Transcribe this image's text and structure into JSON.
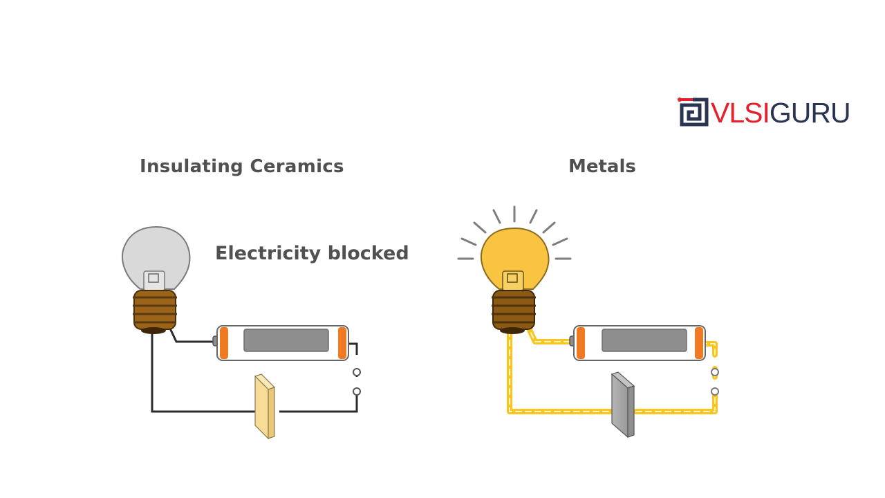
{
  "logo": {
    "brand_part1": "VLSI",
    "brand_part2": "GURU",
    "icon": "vlsiguru-chip-logo-icon",
    "colors": {
      "red": "#e3202b",
      "navy": "#2a3352"
    }
  },
  "panels": [
    {
      "title": "Insulating Ceramics",
      "annotation": "Electricity blocked",
      "bulb_state": "off",
      "bulb_color": "#d9d9d9",
      "wire_color": "#2b2b2b",
      "plate_material": "ceramic",
      "plate_color": "#f6dc96"
    },
    {
      "title": "Metals",
      "annotation": "",
      "bulb_state": "on",
      "bulb_color": "#f8c441",
      "wire_color": "#f7c623",
      "plate_material": "metal",
      "plate_color": "#a9a9a9"
    }
  ],
  "colors": {
    "battery_cap": "#f07a22",
    "battery_body": "#8e8e8e",
    "bulb_base": "#8b5a14",
    "light_rays": "#7d7d7d"
  }
}
